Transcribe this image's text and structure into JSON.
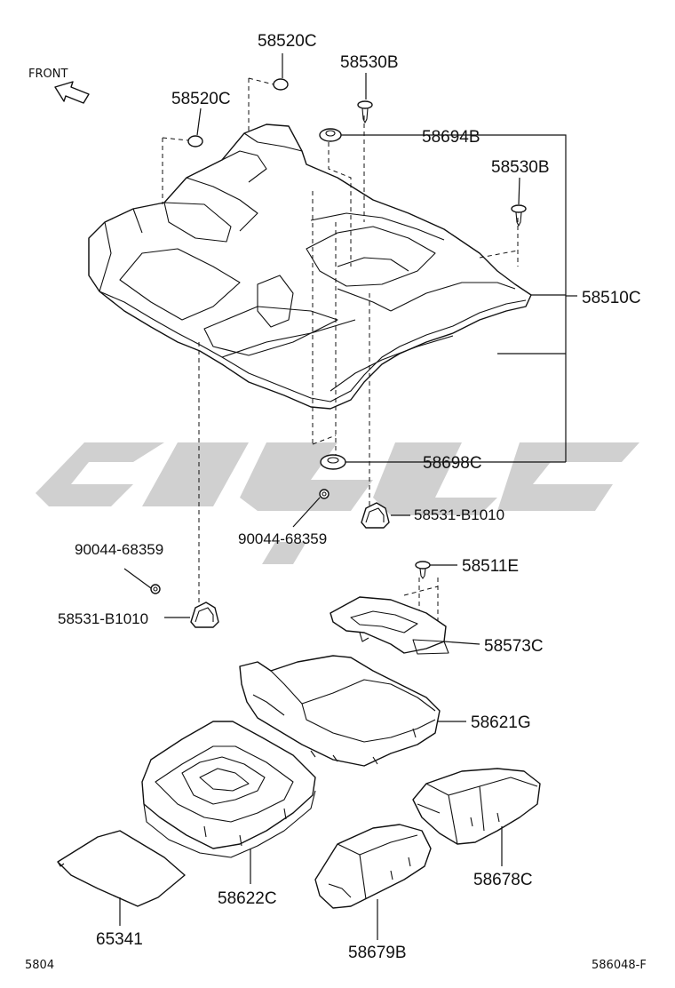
{
  "diagram": {
    "front_label": "FRONT",
    "footer_left": "5804",
    "footer_right": "586048-F",
    "callouts": {
      "c58520c_top": "58520C",
      "c58520c_left": "58520C",
      "c58530b_top": "58530B",
      "c58694b": "58694B",
      "c58530b_right": "58530B",
      "c58510c": "58510C",
      "c58698c": "58698C",
      "c90044_center": "90044-68359",
      "c58531_center": "58531-B1010",
      "c90044_left": "90044-68359",
      "c58531_left": "58531-B1010",
      "c58511e": "58511E",
      "c58573c": "58573C",
      "c58621g": "58621G",
      "c58622c": "58622C",
      "c58678c": "58678C",
      "c65341": "65341",
      "c58679b": "58679B"
    },
    "colors": {
      "line": "#111111",
      "watermark": "#c8c8c8"
    }
  }
}
